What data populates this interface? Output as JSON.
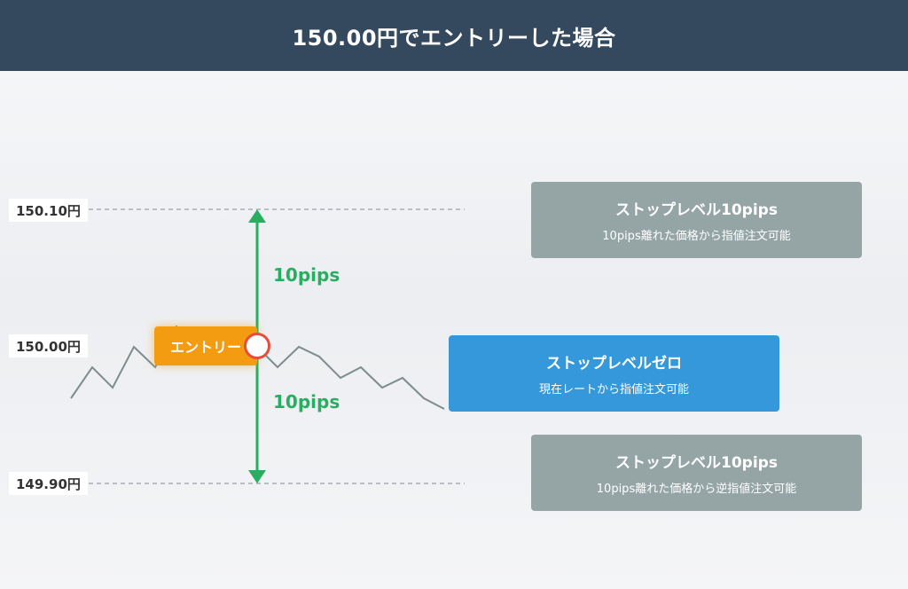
{
  "header": {
    "title": "150.00円でエントリーした場合"
  },
  "price_levels": {
    "upper": "150.10円",
    "entry": "150.00円",
    "lower": "149.90円"
  },
  "pips": {
    "up": "10pips",
    "down": "10pips"
  },
  "entry": {
    "label": "エントリー"
  },
  "boxes": {
    "upper": {
      "title": "ストップレベル10pips",
      "desc": "10pips離れた価格から指値注文可能"
    },
    "middle": {
      "title": "ストップレベルゼロ",
      "desc": "現在レートから指値注文可能"
    },
    "lower": {
      "title": "ストップレベル10pips",
      "desc": "10pips離れた価格から逆指値注文可能"
    }
  },
  "colors": {
    "header": "#34495e",
    "accent_green": "#27ae60",
    "entry_orange": "#f39c12",
    "entry_ring": "#e74c3c",
    "box_gray": "#95a5a6",
    "box_blue": "#3498db"
  }
}
